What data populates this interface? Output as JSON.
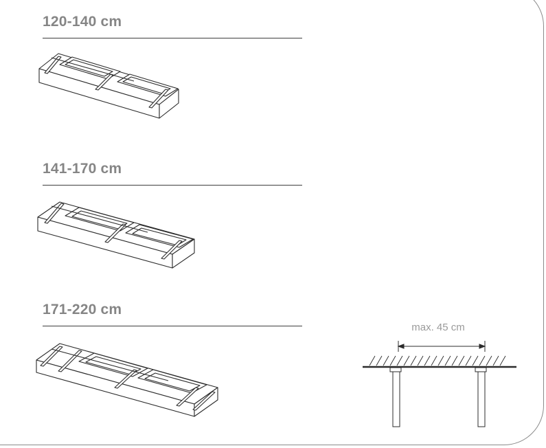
{
  "sections": [
    {
      "title": "120-140 cm"
    },
    {
      "title": "141-170 cm"
    },
    {
      "title": "171-220 cm"
    }
  ],
  "side_detail": {
    "max_label": "max. 45 cm"
  },
  "colors": {
    "title_gray": "#858585",
    "line": "#2b2b2b",
    "label_gray": "#9a9a9a",
    "frame": "#8a8a8a"
  }
}
